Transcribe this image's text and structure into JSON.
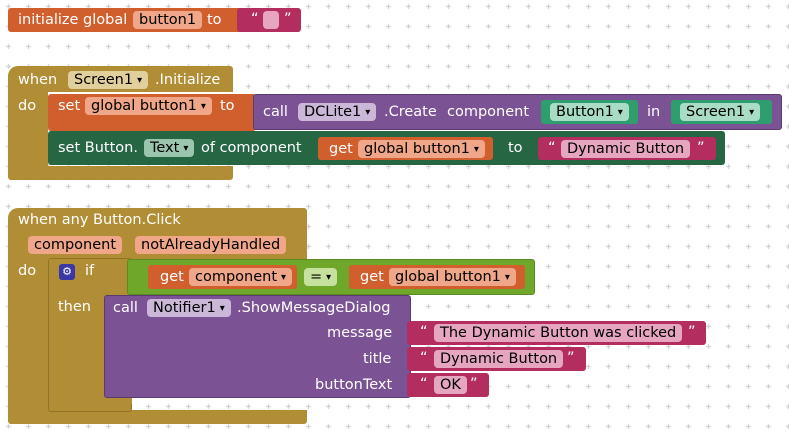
{
  "init_block": {
    "keyword": "initialize global",
    "var_name": "button1",
    "to": "to",
    "open_quote": "“",
    "close_quote": "”"
  },
  "screen_init": {
    "when": "when",
    "component": "Screen1",
    "event": ".Initialize",
    "do": "do",
    "set_global": {
      "set": "set",
      "var": "global button1",
      "to": "to",
      "call": "call",
      "component": "DCLite1",
      "method": ".Create",
      "component_label": "component",
      "arg_component": "Button1",
      "in": "in",
      "arg_in": "Screen1"
    },
    "set_text": {
      "label": "set Button.",
      "property": "Text",
      "of_component": "of component",
      "get": "get",
      "var": "global button1",
      "to": "to",
      "open_quote": "“",
      "value": "Dynamic Button",
      "close_quote": "”"
    }
  },
  "click_event": {
    "header": "when any Button.Click",
    "param1": "component",
    "param2": "notAlreadyHandled",
    "do": "do",
    "if": "if",
    "compare": {
      "get1": "get",
      "var1": "component",
      "op": "=",
      "get2": "get",
      "var2": "global button1"
    },
    "then": "then",
    "call": {
      "call": "call",
      "component": "Notifier1",
      "method": ".ShowMessageDialog",
      "message_label": "message",
      "message_value": "The Dynamic Button was clicked",
      "title_label": "title",
      "title_value": "Dynamic Button",
      "button_label": "buttonText",
      "button_value": "OK",
      "open_quote": "“",
      "close_quote": "”"
    }
  },
  "dropdown_arrow": "▾",
  "colors": {
    "control": "#b18e35",
    "variable": "#d05f2d",
    "component": "#7b5394",
    "setter": "#266643",
    "logic": "#6fa72a",
    "text": "#b32d5e"
  }
}
